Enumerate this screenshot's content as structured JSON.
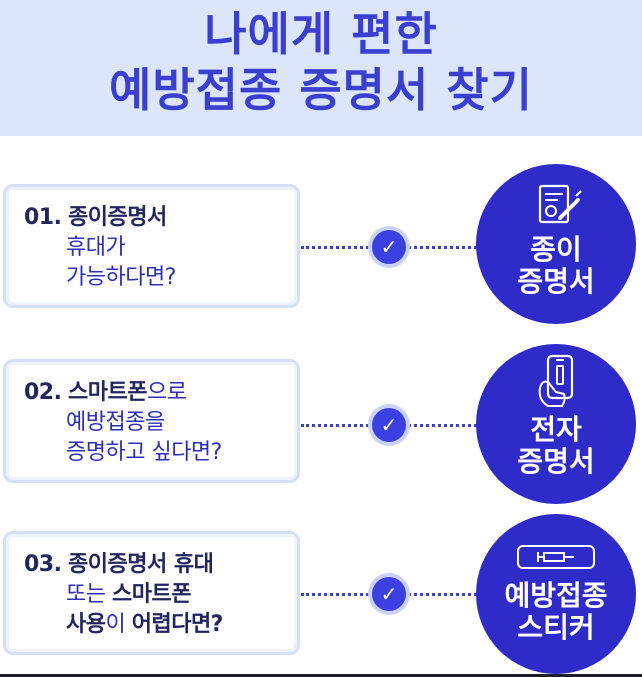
{
  "header": {
    "title_line1": "나에게 편한",
    "title_line2": "예방접종 증명서 찾기"
  },
  "items": [
    {
      "number": "01.",
      "line1_bold": "종이증명서",
      "line2": "휴대가",
      "line3": "가능하다면?",
      "circle_line1": "종이",
      "circle_line2": "증명서",
      "icon": "certificate-syringe-icon"
    },
    {
      "number": "02.",
      "line1_bold": "스마트폰",
      "line1_rest": "으로",
      "line2": "예방접종을",
      "line3": "증명하고 싶다면?",
      "circle_line1": "전자",
      "circle_line2": "증명서",
      "icon": "smartphone-syringe-icon"
    },
    {
      "number": "03.",
      "line1_bold": "종이증명서 휴대",
      "line2_plain": "또는 ",
      "line2_bold": "스마트폰",
      "line3_bold": "사용",
      "line3_mid": "이 ",
      "line3_bold2": "어렵다면?",
      "circle_line1": "예방접종",
      "circle_line2": "스티커",
      "icon": "sticker-syringe-icon"
    }
  ],
  "colors": {
    "header_bg": "#dbe6fb",
    "primary": "#3b3ecf",
    "circle": "#2f2bc9",
    "dark_text": "#22265e"
  }
}
